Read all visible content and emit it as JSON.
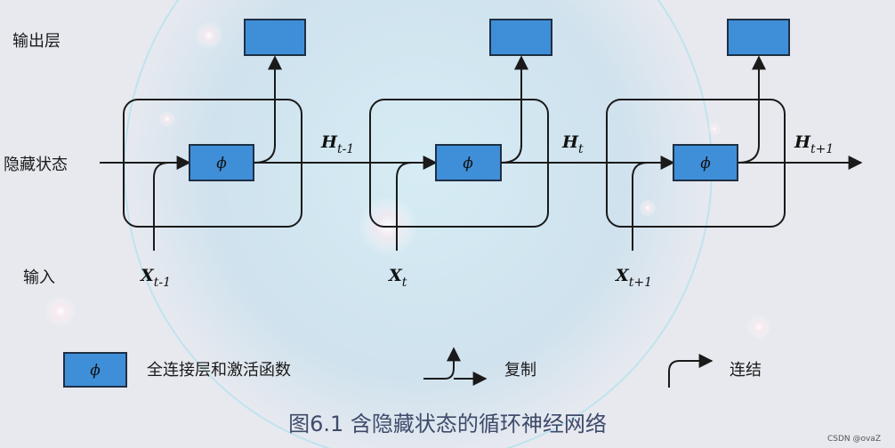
{
  "row_labels": {
    "output": "输出层",
    "hidden": "隐藏状态",
    "input": "输入"
  },
  "steps": [
    {
      "input_var": "X",
      "input_sub": "t-1",
      "hidden_var": "H",
      "hidden_sub": "t-1",
      "phi": "ϕ"
    },
    {
      "input_var": "X",
      "input_sub": "t",
      "hidden_var": "H",
      "hidden_sub": "t",
      "phi": "ϕ"
    },
    {
      "input_var": "X",
      "input_sub": "t+1",
      "hidden_var": "H",
      "hidden_sub": "t+1",
      "phi": "ϕ"
    }
  ],
  "legend": {
    "phi_symbol": "ϕ",
    "phi_label": "全连接层和激活函数",
    "copy_label": "复制",
    "concat_label": "连结"
  },
  "caption": "图6.1 含隐藏状态的循环神经网络",
  "watermark": "CSDN @ovaZ",
  "colors": {
    "box_fill": "#3f8fd8",
    "box_border": "#1f2f44",
    "line": "#1a1a1a",
    "caption": "#3f4b6b"
  }
}
